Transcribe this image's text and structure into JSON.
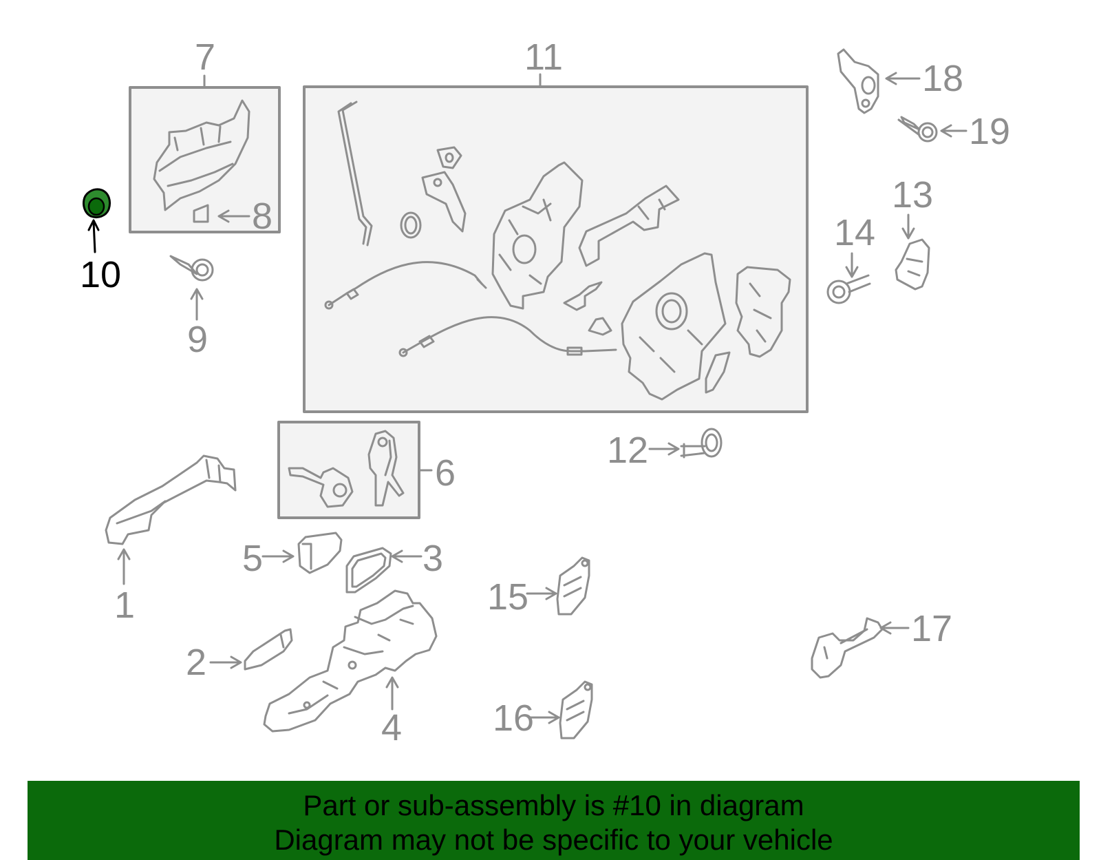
{
  "highlight_color": "#0b6a0b",
  "line_color": "#8e8e8e",
  "callouts": [
    {
      "id": "1",
      "label": "1"
    },
    {
      "id": "2",
      "label": "2"
    },
    {
      "id": "3",
      "label": "3"
    },
    {
      "id": "4",
      "label": "4"
    },
    {
      "id": "5",
      "label": "5"
    },
    {
      "id": "6",
      "label": "6"
    },
    {
      "id": "7",
      "label": "7"
    },
    {
      "id": "8",
      "label": "8"
    },
    {
      "id": "9",
      "label": "9"
    },
    {
      "id": "10",
      "label": "10"
    },
    {
      "id": "11",
      "label": "11"
    },
    {
      "id": "12",
      "label": "12"
    },
    {
      "id": "13",
      "label": "13"
    },
    {
      "id": "14",
      "label": "14"
    },
    {
      "id": "15",
      "label": "15"
    },
    {
      "id": "16",
      "label": "16"
    },
    {
      "id": "17",
      "label": "17"
    },
    {
      "id": "18",
      "label": "18"
    },
    {
      "id": "19",
      "label": "19"
    }
  ],
  "banner": {
    "line1": "Part or sub-assembly is #10 in diagram",
    "line2": "Diagram may not be specific to your vehicle"
  }
}
